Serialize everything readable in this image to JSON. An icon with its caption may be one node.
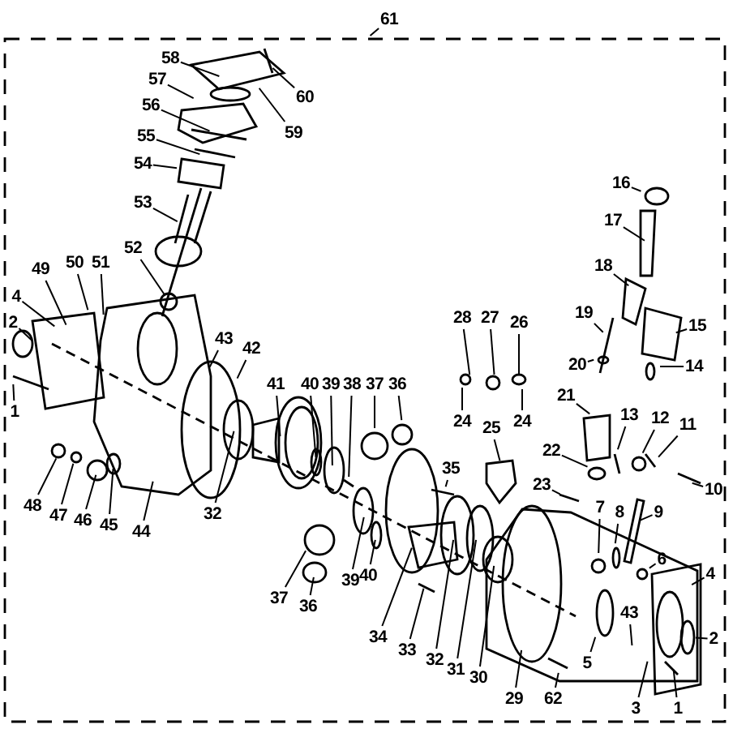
{
  "diagram": {
    "nodes": [
      {
        "text": [
          "61"
        ]
      },
      {
        "text": [
          "58"
        ]
      },
      {
        "text": [
          "57"
        ]
      },
      {
        "text": [
          "56"
        ]
      },
      {
        "text": [
          "55"
        ]
      },
      {
        "text": [
          "54"
        ]
      },
      {
        "text": [
          "60"
        ]
      },
      {
        "text": [
          "59"
        ]
      },
      {
        "text": [
          "53"
        ]
      },
      {
        "text": [
          "52"
        ]
      },
      {
        "text": [
          "49"
        ]
      },
      {
        "text": [
          "50"
        ]
      },
      {
        "text": [
          "51"
        ]
      },
      {
        "text": [
          "4"
        ]
      },
      {
        "text": [
          "2"
        ]
      },
      {
        "text": [
          "1"
        ]
      },
      {
        "text": [
          "43"
        ]
      },
      {
        "text": [
          "42"
        ]
      },
      {
        "text": [
          "41"
        ]
      },
      {
        "text": [
          "40"
        ]
      },
      {
        "text": [
          "39"
        ]
      },
      {
        "text": [
          "38"
        ]
      },
      {
        "text": [
          "37"
        ]
      },
      {
        "text": [
          "36"
        ]
      },
      {
        "text": [
          "48"
        ]
      },
      {
        "text": [
          "47"
        ]
      },
      {
        "text": [
          "46"
        ]
      },
      {
        "text": [
          "45"
        ]
      },
      {
        "text": [
          "44"
        ]
      },
      {
        "text": [
          "32"
        ]
      },
      {
        "text": [
          "37"
        ]
      },
      {
        "text": [
          "36"
        ]
      },
      {
        "text": [
          "39"
        ]
      },
      {
        "text": [
          "40"
        ]
      },
      {
        "text": [
          "35"
        ]
      },
      {
        "text": [
          "34"
        ]
      },
      {
        "text": [
          "33"
        ]
      },
      {
        "text": [
          "32"
        ]
      },
      {
        "text": [
          "31"
        ]
      },
      {
        "text": [
          "30"
        ]
      },
      {
        "text": [
          "29"
        ]
      },
      {
        "text": [
          "62"
        ]
      },
      {
        "text": [
          "28"
        ]
      },
      {
        "text": [
          "27"
        ]
      },
      {
        "text": [
          "26"
        ]
      },
      {
        "text": [
          "24"
        ]
      },
      {
        "text": [
          "24"
        ]
      },
      {
        "text": [
          "25"
        ]
      },
      {
        "text": [
          "23"
        ]
      },
      {
        "text": [
          "22"
        ]
      },
      {
        "text": [
          "21"
        ]
      },
      {
        "text": [
          "20"
        ]
      },
      {
        "text": [
          "19"
        ]
      },
      {
        "text": [
          "18"
        ]
      },
      {
        "text": [
          "17"
        ]
      },
      {
        "text": [
          "16"
        ]
      },
      {
        "text": [
          "15"
        ]
      },
      {
        "text": [
          "14"
        ]
      },
      {
        "text": [
          "13"
        ]
      },
      {
        "text": [
          "12"
        ]
      },
      {
        "text": [
          "11"
        ]
      },
      {
        "text": [
          "10"
        ]
      },
      {
        "text": [
          "9"
        ]
      },
      {
        "text": [
          "8"
        ]
      },
      {
        "text": [
          "7"
        ]
      },
      {
        "text": [
          "6"
        ]
      },
      {
        "text": [
          "4"
        ]
      },
      {
        "text": [
          "43"
        ]
      },
      {
        "text": [
          "2"
        ]
      },
      {
        "text": [
          "5"
        ]
      },
      {
        "text": [
          "3"
        ]
      },
      {
        "text": [
          "1"
        ]
      }
    ],
    "edges": [
      {
        "from": 0,
        "to": null,
        "arrow": "none"
      },
      {
        "from": 1,
        "to": null,
        "arrow": "none"
      },
      {
        "from": 2,
        "to": null,
        "arrow": "none"
      },
      {
        "from": 3,
        "to": null,
        "arrow": "none"
      },
      {
        "from": 4,
        "to": null,
        "arrow": "none"
      },
      {
        "from": 5,
        "to": null,
        "arrow": "none"
      },
      {
        "from": 6,
        "to": null,
        "arrow": "none"
      },
      {
        "from": 7,
        "to": null,
        "arrow": "none"
      },
      {
        "from": 8,
        "to": null,
        "arrow": "none"
      },
      {
        "from": 9,
        "to": null,
        "arrow": "none"
      },
      {
        "from": 10,
        "to": null,
        "arrow": "none"
      },
      {
        "from": 11,
        "to": null,
        "arrow": "none"
      },
      {
        "from": 12,
        "to": null,
        "arrow": "none"
      },
      {
        "from": 13,
        "to": null,
        "arrow": "none"
      },
      {
        "from": 14,
        "to": null,
        "arrow": "none"
      },
      {
        "from": 15,
        "to": null,
        "arrow": "none"
      },
      {
        "from": 16,
        "to": null,
        "arrow": "none"
      },
      {
        "from": 17,
        "to": null,
        "arrow": "none"
      },
      {
        "from": 18,
        "to": null,
        "arrow": "none"
      },
      {
        "from": 19,
        "to": null,
        "arrow": "none"
      },
      {
        "from": 20,
        "to": null,
        "arrow": "none"
      },
      {
        "from": 21,
        "to": null,
        "arrow": "none"
      },
      {
        "from": 22,
        "to": null,
        "arrow": "none"
      },
      {
        "from": 23,
        "to": null,
        "arrow": "none"
      },
      {
        "from": 24,
        "to": null,
        "arrow": "none"
      },
      {
        "from": 25,
        "to": null,
        "arrow": "none"
      },
      {
        "from": 26,
        "to": null,
        "arrow": "none"
      },
      {
        "from": 27,
        "to": null,
        "arrow": "none"
      },
      {
        "from": 28,
        "to": null,
        "arrow": "none"
      },
      {
        "from": 29,
        "to": null,
        "arrow": "none"
      },
      {
        "from": 30,
        "to": null,
        "arrow": "none"
      },
      {
        "from": 31,
        "to": null,
        "arrow": "none"
      },
      {
        "from": 32,
        "to": null,
        "arrow": "none"
      },
      {
        "from": 33,
        "to": null,
        "arrow": "none"
      },
      {
        "from": 34,
        "to": null,
        "arrow": "none"
      },
      {
        "from": 35,
        "to": null,
        "arrow": "none"
      },
      {
        "from": 36,
        "to": null,
        "arrow": "none"
      },
      {
        "from": 37,
        "to": null,
        "arrow": "none"
      },
      {
        "from": 38,
        "to": null,
        "arrow": "none"
      },
      {
        "from": 39,
        "to": null,
        "arrow": "none"
      },
      {
        "from": 40,
        "to": null,
        "arrow": "none"
      },
      {
        "from": 41,
        "to": null,
        "arrow": "none"
      },
      {
        "from": 42,
        "to": null,
        "arrow": "none"
      },
      {
        "from": 43,
        "to": null,
        "arrow": "none"
      },
      {
        "from": 44,
        "to": null,
        "arrow": "none"
      },
      {
        "from": 45,
        "to": null,
        "arrow": "none"
      },
      {
        "from": 46,
        "to": null,
        "arrow": "none"
      },
      {
        "from": 47,
        "to": null,
        "arrow": "none"
      },
      {
        "from": 48,
        "to": null,
        "arrow": "none"
      },
      {
        "from": 49,
        "to": null,
        "arrow": "none"
      },
      {
        "from": 50,
        "to": null,
        "arrow": "none"
      },
      {
        "from": 51,
        "to": null,
        "arrow": "none"
      },
      {
        "from": 52,
        "to": null,
        "arrow": "none"
      },
      {
        "from": 53,
        "to": null,
        "arrow": "none"
      },
      {
        "from": 54,
        "to": null,
        "arrow": "none"
      },
      {
        "from": 55,
        "to": null,
        "arrow": "none"
      },
      {
        "from": 56,
        "to": null,
        "arrow": "none"
      },
      {
        "from": 57,
        "to": null,
        "arrow": "none"
      },
      {
        "from": 58,
        "to": null,
        "arrow": "none"
      },
      {
        "from": 59,
        "to": null,
        "arrow": "none"
      },
      {
        "from": 60,
        "to": null,
        "arrow": "none"
      },
      {
        "from": 61,
        "to": null,
        "arrow": "none"
      },
      {
        "from": 62,
        "to": null,
        "arrow": "none"
      },
      {
        "from": 63,
        "to": null,
        "arrow": "none"
      },
      {
        "from": 64,
        "to": null,
        "arrow": "none"
      },
      {
        "from": 65,
        "to": null,
        "arrow": "none"
      },
      {
        "from": 66,
        "to": null,
        "arrow": "none"
      },
      {
        "from": 67,
        "to": null,
        "arrow": "none"
      },
      {
        "from": 68,
        "to": null,
        "arrow": "none"
      },
      {
        "from": 69,
        "to": null,
        "arrow": "none"
      },
      {
        "from": 70,
        "to": null,
        "arrow": "none"
      },
      {
        "from": 71,
        "to": null,
        "arrow": "none"
      }
    ]
  }
}
